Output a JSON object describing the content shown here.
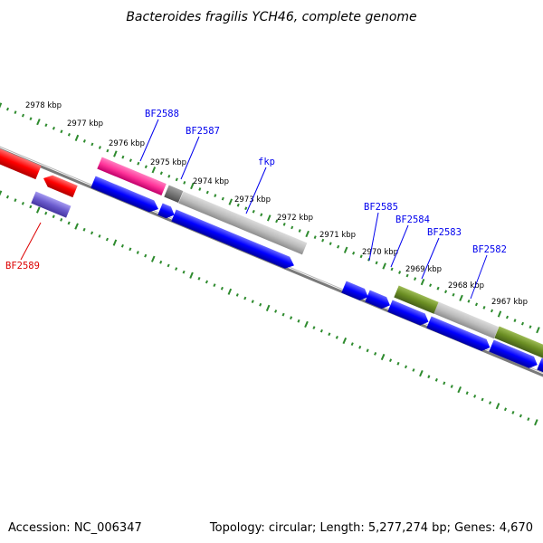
{
  "title": "Bacteroides fragilis YCH46, complete genome",
  "accession": "Accession: NC_006347",
  "summary": "Topology: circular; Length: 5,277,274 bp; Genes: 4,670",
  "colors": {
    "backbone": "#808080",
    "tick_green": "#2e8b2e",
    "label_blue": "#0000ee",
    "label_red": "#dd0000",
    "gene_blue": "#0000ff",
    "gene_red": "#ff0000",
    "gene_pink": "#ff3399",
    "gene_gray": "#a9a9a9",
    "gene_dark_gray": "#777777",
    "gene_olive": "#6b8e23",
    "gene_purple": "#6a5acd"
  },
  "scale_labels": [
    "2978 kbp",
    "2977 kbp",
    "2976 kbp",
    "2975 kbp",
    "2974 kbp",
    "2973 kbp",
    "2972 kbp",
    "2971 kbp",
    "2970 kbp",
    "2969 kbp",
    "2968 kbp",
    "2967 kbp"
  ],
  "gene_labels": [
    {
      "text": "BF2588",
      "color": "blue"
    },
    {
      "text": "BF2587",
      "color": "blue"
    },
    {
      "text": "fkp",
      "color": "blue"
    },
    {
      "text": "BF2585",
      "color": "blue"
    },
    {
      "text": "BF2584",
      "color": "blue"
    },
    {
      "text": "BF2583",
      "color": "blue"
    },
    {
      "text": "BF2582",
      "color": "blue"
    },
    {
      "text": "BF2589",
      "color": "red"
    }
  ]
}
